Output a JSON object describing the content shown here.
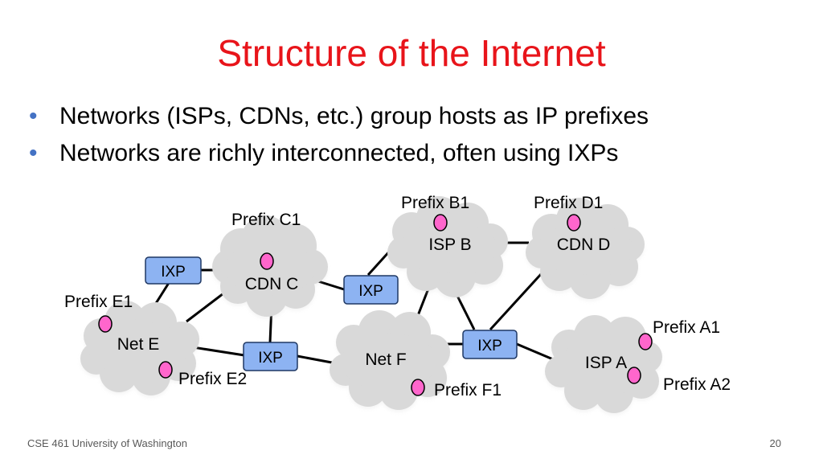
{
  "title": "Structure of the Internet",
  "bullets": [
    "Networks (ISPs, CDNs, etc.) group hosts as IP prefixes",
    "Networks are richly interconnected, often using IXPs"
  ],
  "networks": {
    "cdn_c": "CDN C",
    "isp_b": "ISP B",
    "cdn_d": "CDN D",
    "net_e": "Net E",
    "net_f": "Net F",
    "isp_a": "ISP A"
  },
  "ixps": {
    "ixp1": "IXP",
    "ixp2": "IXP",
    "ixp3": "IXP",
    "ixp4": "IXP"
  },
  "prefixes": {
    "b1": "Prefix B1",
    "d1": "Prefix D1",
    "c1": "Prefix C1",
    "e1": "Prefix E1",
    "e2": "Prefix E2",
    "f1": "Prefix F1",
    "a1": "Prefix A1",
    "a2": "Prefix A2"
  },
  "colors": {
    "title": "#e8141a",
    "bullet": "#4472c4",
    "cloud": "#d9d9d9",
    "ixp_fill": "#8db3f2",
    "prefix_fill": "#ff66cc"
  },
  "footer": {
    "course": "CSE 461 University of Washington",
    "page": "20"
  }
}
